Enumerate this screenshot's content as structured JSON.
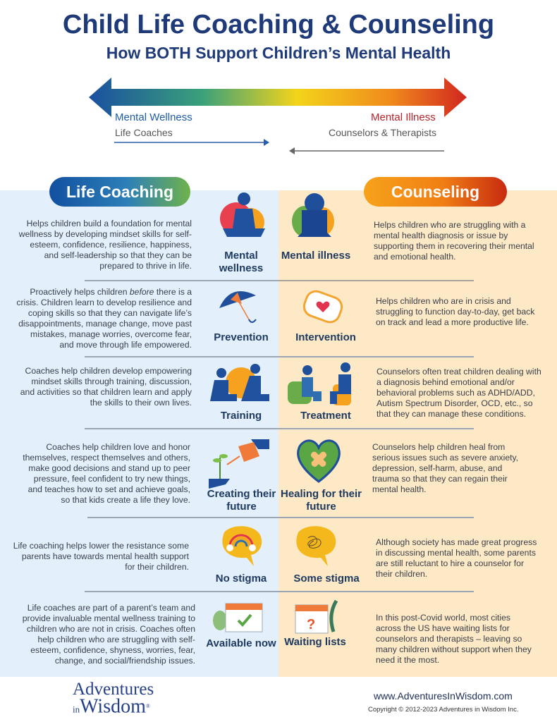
{
  "header": {
    "title": "Child Life Coaching & Counseling",
    "subtitle": "How BOTH Support Children’s Mental Health"
  },
  "spectrum": {
    "left_label": "Mental Wellness",
    "left_sub": "Life Coaches",
    "right_label": "Mental Illness",
    "right_sub": "Counselors & Therapists",
    "colors": [
      "#1a4fa0",
      "#3aa17a",
      "#f3d41a",
      "#f08a1c",
      "#d1261f"
    ]
  },
  "columns": {
    "left": "Life Coaching",
    "right": "Counseling"
  },
  "rows": [
    {
      "left_text": "Helps children build a foundation for mental wellness by developing mindset skills for self-esteem, confidence, resilience, happiness, and self-leadership so that they can be prepared to thrive in life.",
      "left_label": "Mental wellness",
      "left_icon": "meditating-child-icon",
      "right_label": "Mental illness",
      "right_icon": "sad-child-icon",
      "right_text": "Helps children who are struggling with a mental health diagnosis or issue by supporting them in recovering their mental and emotional health."
    },
    {
      "left_text_pre": "Proactively helps children ",
      "left_text_em": "before",
      "left_text_post": " there is a crisis. Children learn to develop resilience and coping skills so that they can navigate life’s disappointments, manage change, move past mistakes, manage worries, overcome fear, and move through life empowered.",
      "left_label": "Prevention",
      "left_icon": "umbrella-icon",
      "right_label": "Intervention",
      "right_icon": "hands-heart-icon",
      "right_text": "Helps children who are in crisis and struggling to function day-to-day, get back on track and lead a more productive life."
    },
    {
      "left_text": "Coaches help children develop empowering mindset skills through training, discussion, and activities so that children learn and apply the skills to their own lives.",
      "left_label": "Training",
      "left_icon": "coach-and-child-icon",
      "right_label": "Treatment",
      "right_icon": "therapy-session-icon",
      "right_text": "Counselors often treat children dealing with a diagnosis behind emotional and/or behavioral problems such as ADHD/ADD, Autism Spectrum Disorder, OCD, etc., so that they can manage these conditions."
    },
    {
      "left_text": "Coaches help children love and honor themselves, respect themselves and others, make good decisions and stand up to peer pressure, feel confident to try new things, and teaches how to set and achieve goals, so that kids create a life they love.",
      "left_label": "Creating their future",
      "left_icon": "watering-plant-icon",
      "right_label": "Healing for their future",
      "right_icon": "bandaged-heart-icon",
      "right_text": "Counselors help children heal from serious issues such as severe anxiety, depression, self-harm, abuse, and trauma so that they can regain their mental health."
    },
    {
      "left_text": "Life coaching helps lower the resistance some parents have towards mental health support for their children.",
      "left_label": "No stigma",
      "left_icon": "brain-rainbow-icon",
      "right_label": "Some stigma",
      "right_icon": "brain-tangle-icon",
      "right_text": "Although society has made great progress in discussing mental health, some parents are still reluctant to hire a counselor for their children."
    },
    {
      "left_text": "Life coaches are part of a parent’s team and provide invaluable mental wellness training to children who are not in crisis. Coaches often help children who are struggling with self-esteem, confidence, shyness, worries, fear, change, and social/friendship issues.",
      "left_label": "Available now",
      "left_icon": "calendar-check-icon",
      "right_label": "Waiting lists",
      "right_icon": "calendar-question-icon",
      "right_text": "In this post-Covid world, most cities across the US have waiting lists for counselors and therapists – leaving so many children without support when they need it the most."
    }
  ],
  "footer": {
    "logo": "Adventures in Wisdom®",
    "url": "www.AdventuresInWisdom.com",
    "copyright": "Copyright © 2012-2023 Adventures in Wisdom Inc."
  }
}
